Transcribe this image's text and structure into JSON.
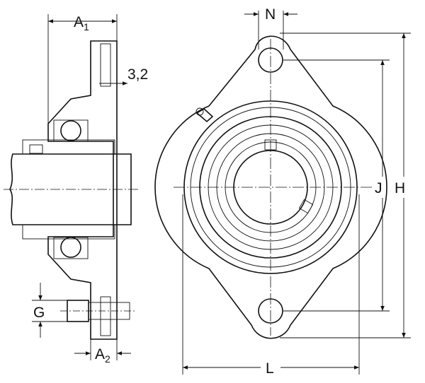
{
  "title": "Flange bearing unit dimension drawing",
  "dimensions": {
    "a1": {
      "main": "A",
      "sub": "1"
    },
    "gap": "3,2",
    "g": "G",
    "a2": {
      "main": "A",
      "sub": "2"
    },
    "n": "N",
    "j": "J",
    "h": "H",
    "l": "L"
  },
  "colors": {
    "ink": "#111111",
    "background": "#ffffff"
  }
}
